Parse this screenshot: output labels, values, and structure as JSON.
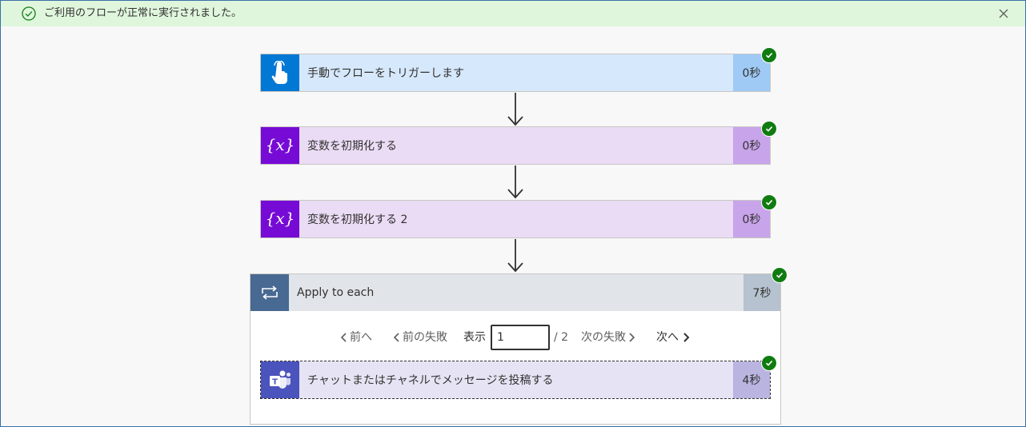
{
  "banner": {
    "message": "ご利用のフローが正常に実行されました。",
    "icons": {
      "status": "check-circle-icon",
      "close": "close-icon"
    }
  },
  "steps": [
    {
      "title": "手動でフローをトリガーします",
      "duration": "0秒",
      "icon": "touch-hand-icon",
      "status": "success"
    },
    {
      "title": "変数を初期化する",
      "duration": "0秒",
      "icon": "variable-icon",
      "status": "success"
    },
    {
      "title": "変数を初期化する 2",
      "duration": "0秒",
      "icon": "variable-icon",
      "status": "success"
    }
  ],
  "apply_to_each": {
    "title": "Apply to each",
    "duration": "7秒",
    "icon": "loop-icon",
    "status": "success",
    "pager": {
      "prev": "前へ",
      "prev_failed": "前の失敗",
      "show_label": "表示",
      "current_page": "1",
      "total": "/ 2",
      "next_failed": "次の失敗",
      "next": "次へ"
    },
    "inner_step": {
      "title": "チャットまたはチャネルでメッセージを投稿する",
      "duration": "4秒",
      "icon": "teams-icon",
      "status": "success"
    }
  },
  "colors": {
    "success": "#107c10",
    "banner_bg": "#dff6dd",
    "trigger_accent": "#0078d4",
    "variable_accent": "#770bd6",
    "loop_accent": "#486991",
    "teams_accent": "#4b53bc"
  }
}
